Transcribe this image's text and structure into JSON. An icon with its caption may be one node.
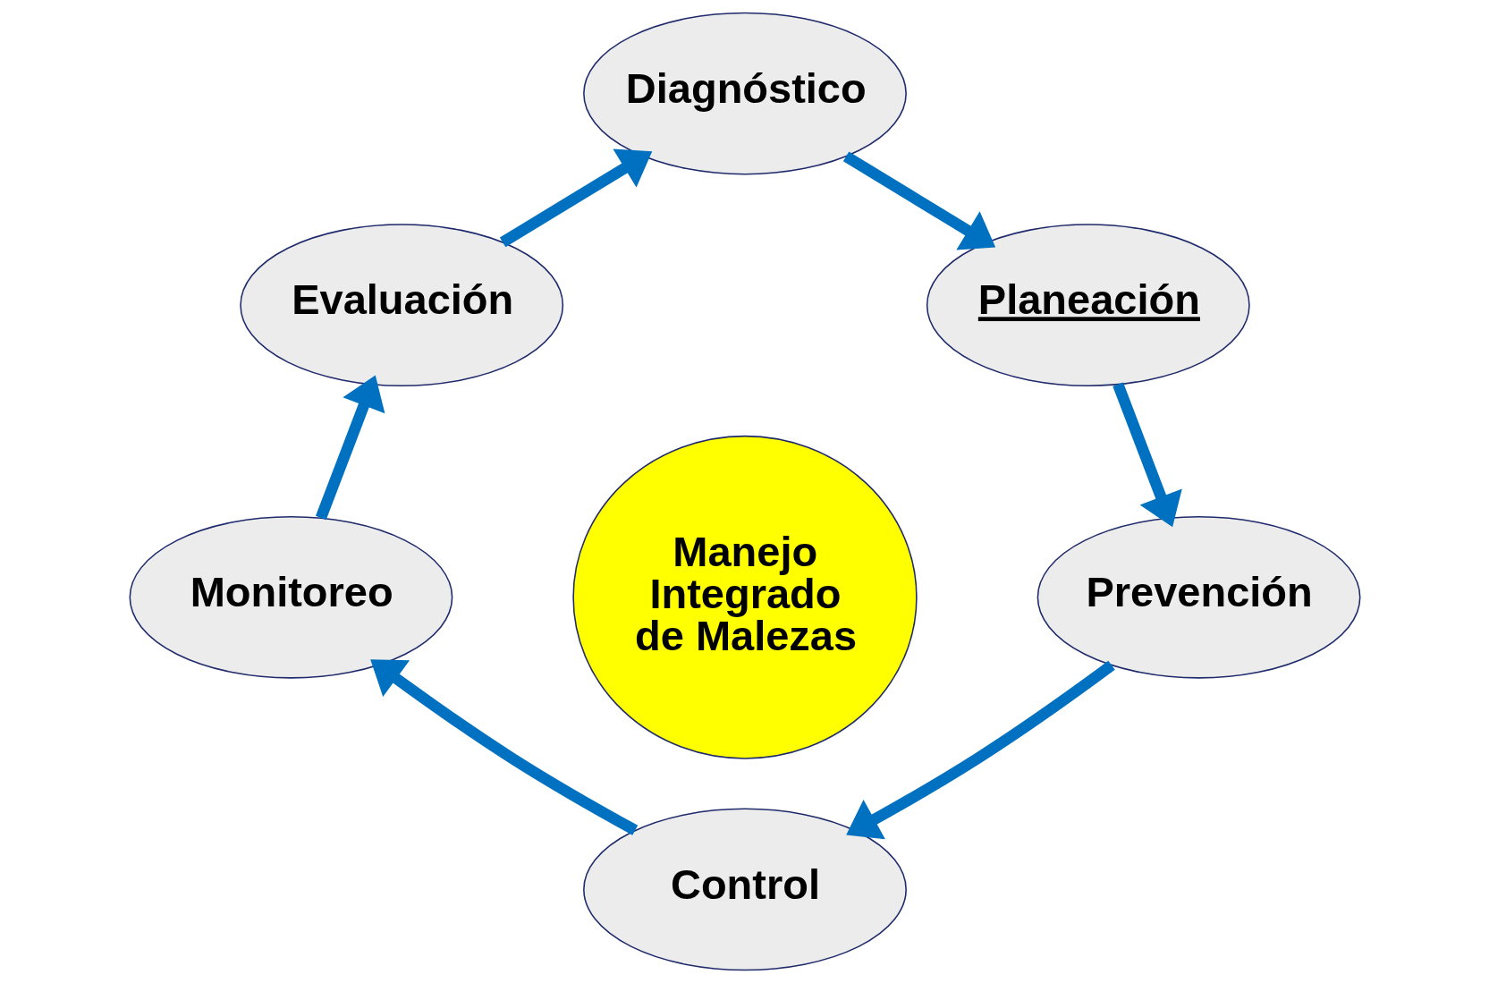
{
  "diagram": {
    "nodes": [
      {
        "text": [
          "Diagnóstico"
        ]
      },
      {
        "text": [
          "Evaluación"
        ]
      },
      {
        "text": [
          "Planeación"
        ]
      },
      {
        "text": [
          "Manejo Integrado de Malezas"
        ]
      },
      {
        "text": [
          "Monitoreo"
        ]
      },
      {
        "text": [
          "Prevención"
        ]
      },
      {
        "text": [
          "Control"
        ]
      }
    ],
    "edges": [
      {
        "from": 0,
        "to": 2,
        "arrow": "to"
      },
      {
        "from": 2,
        "to": 5,
        "arrow": "to"
      },
      {
        "from": 5,
        "to": 6,
        "arrow": "to"
      },
      {
        "from": 6,
        "to": 4,
        "arrow": "to"
      },
      {
        "from": 4,
        "to": 1,
        "arrow": "to"
      },
      {
        "from": 1,
        "to": 0,
        "arrow": "to"
      }
    ]
  }
}
